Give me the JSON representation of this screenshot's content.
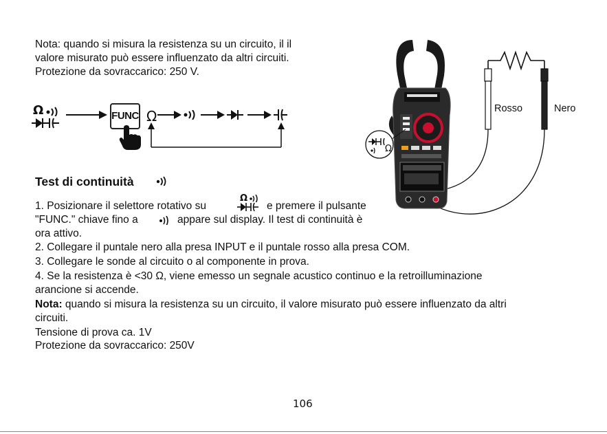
{
  "top_note": {
    "line1": "Nota: quando si misura la resistenza su un circuito, il il",
    "line2": "valore misurato può essere influenzato da altri circuiti.",
    "line3": "Protezione da sovraccarico: 250 V."
  },
  "func_diagram": {
    "func_label": "FUNC",
    "start_symbol_top": "Ω",
    "start_symbol_bottom": "⊣⊢",
    "seq_ohm": "Ω",
    "seq_cap": "⊣⊢"
  },
  "meter_labels": {
    "rosso": "Rosso",
    "nero": "Nero",
    "dial_symbol": "Ω"
  },
  "section": {
    "title": "Test di continuità",
    "step1_a": "1.  Posizionare il selettore rotativo su",
    "step1_b": "e premere il pulsante",
    "step1_c": "\"FUNC.\" chiave fino a",
    "step1_d": "appare sul display. Il test di continuità è",
    "step1_e": "ora attivo.",
    "step1_sym_top": "Ω",
    "step1_sym_bottom": "⊣⊢",
    "step2": "2.  Collegare il puntale nero alla presa INPUT e il puntale rosso alla presa COM.",
    "step3": "3.  Collegare le sonde al circuito o al componente in prova.",
    "step4_a": "4.  Se la resistenza è <30 Ω, viene emesso un segnale acustico continuo e la retroilluminazione",
    "step4_b": "arancione si accende.",
    "note_label": "Nota:",
    "note_text": " quando si misura la resistenza su un circuito, il valore misurato può essere influenzato da altri",
    "note_b": "circuiti.",
    "test_voltage": "Tensione di prova ca. 1V",
    "overload": "Protezione da sovraccarico: 250V"
  },
  "page_number": "106",
  "colors": {
    "text": "#111111",
    "meter_body": "#2a2a2a",
    "dial_red": "#c8102e",
    "accent_orange": "#e8a020"
  }
}
